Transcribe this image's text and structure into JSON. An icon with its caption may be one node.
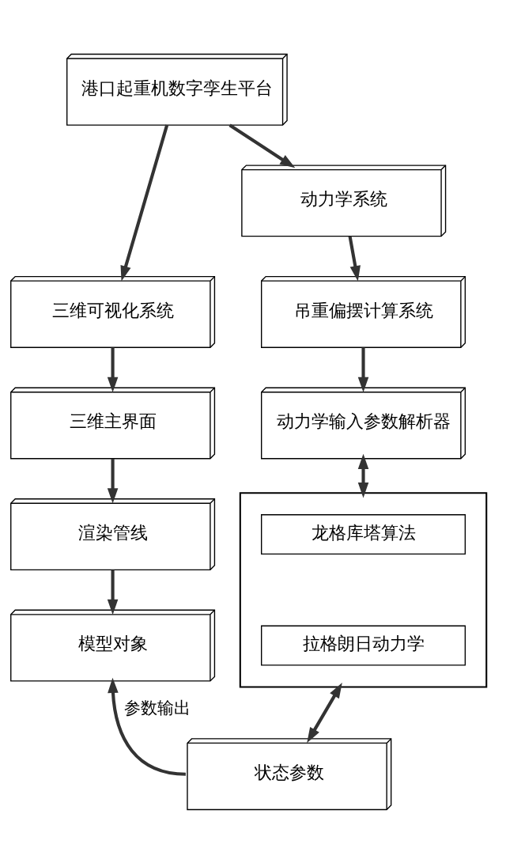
{
  "diagram": {
    "nodes": [
      {
        "text": [
          "港口起重机数字孪生平台"
        ]
      },
      {
        "text": [
          "三维可视化系统"
        ]
      },
      {
        "text": [
          "动力学系统"
        ]
      },
      {
        "text": [
          "三维主界面"
        ]
      },
      {
        "text": [
          "渲染管线"
        ]
      },
      {
        "text": [
          "模型对象"
        ]
      },
      {
        "text": [
          "吊重偏摆计算系统"
        ]
      },
      {
        "text": [
          "动力学输入参数解析器"
        ]
      },
      {
        "text": [],
        "shape": "box"
      },
      {
        "text": [
          "龙格库塔算法"
        ],
        "in": 8
      },
      {
        "text": [
          "拉格朗日动力学"
        ],
        "in": 8
      },
      {
        "text": [
          "状态参数"
        ]
      }
    ],
    "edges": [
      {
        "from": 0,
        "to": 1,
        "arrow": "to"
      },
      {
        "from": 0,
        "to": 2,
        "arrow": "to"
      },
      {
        "from": 1,
        "to": 3,
        "arrow": "to"
      },
      {
        "from": 3,
        "to": 4,
        "arrow": "to"
      },
      {
        "from": 4,
        "to": 5,
        "arrow": "to"
      },
      {
        "from": 2,
        "to": 6,
        "arrow": "to"
      },
      {
        "from": 6,
        "to": 7,
        "arrow": "to"
      },
      {
        "from": 7,
        "to": 8,
        "arrow": "both"
      },
      {
        "from": 8,
        "to": 11,
        "arrow": "both"
      },
      {
        "from": 11,
        "to": 5,
        "arrow": "to",
        "label": "参数输出"
      }
    ]
  }
}
